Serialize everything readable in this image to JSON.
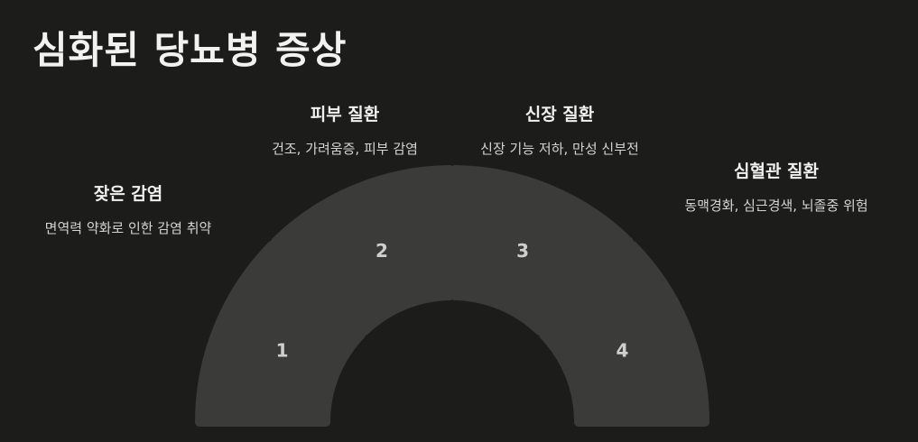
{
  "title": "심화된 당뇨병 증상",
  "segments": [
    {
      "number": "1",
      "heading": "잦은 감염",
      "description": "면역력 약화로 인한 감염 취약"
    },
    {
      "number": "2",
      "heading": "피부 질환",
      "description": "건조, 가려움증, 피부 감염"
    },
    {
      "number": "3",
      "heading": "신장 질환",
      "description": "신장 기능 저하, 만성 신부전"
    },
    {
      "number": "4",
      "heading": "심혈관 질환",
      "description": "동맥경화, 심근경색, 뇌졸중 위험"
    }
  ],
  "colors": {
    "background": "#1c1c1b",
    "segment": "#3b3b3a",
    "text": "#f0f0ee"
  }
}
